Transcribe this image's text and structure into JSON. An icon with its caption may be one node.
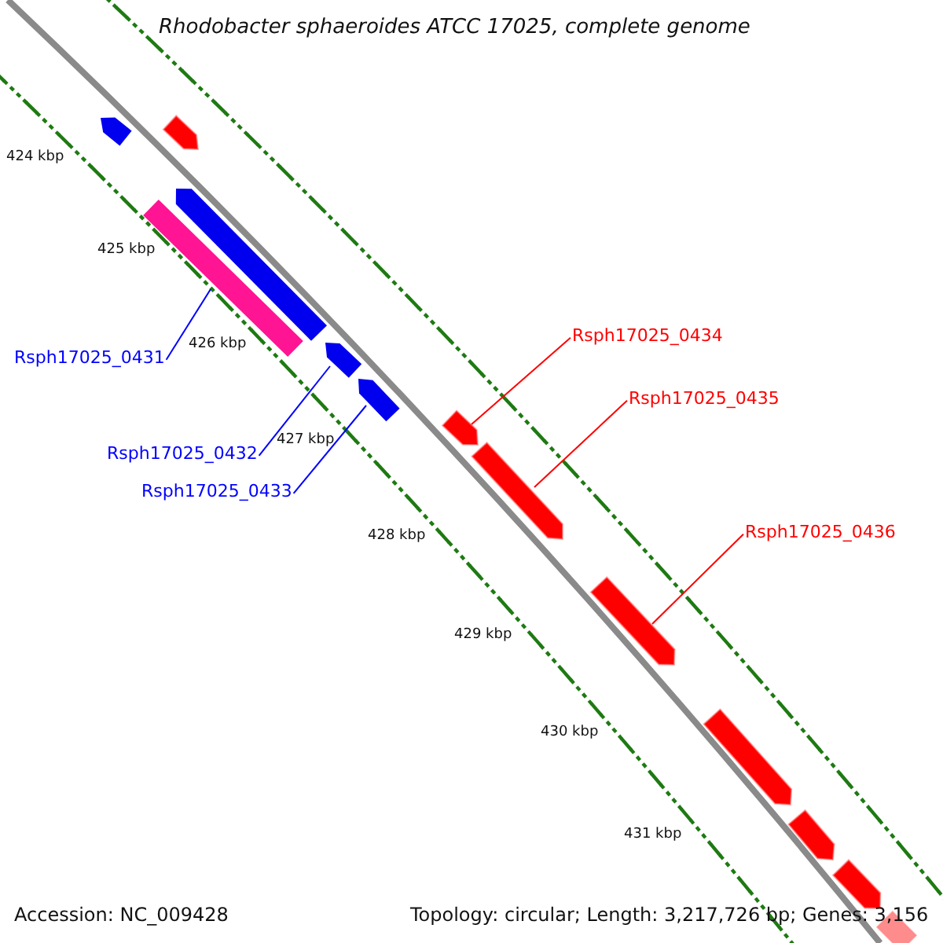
{
  "diagram": {
    "title": "Rhodobacter sphaeroides ATCC 17025, complete genome",
    "nodes": [
      {
        "text": [
          "Rsph17025_0434"
        ]
      },
      {
        "text": [
          "Rsph17025_0431"
        ]
      },
      {
        "text": [
          "Rsph17025_0435"
        ]
      },
      {
        "text": [
          "Rsph17025_0432"
        ]
      },
      {
        "text": [
          "Rsph17025_0433"
        ]
      },
      {
        "text": [
          "Rsph17025_0436"
        ]
      },
      {
        "text": [],
        "shape": "bar"
      },
      {
        "text": [],
        "shape": "bar"
      },
      {
        "text": [],
        "shape": "bar"
      },
      {
        "text": [],
        "shape": "bar"
      },
      {
        "text": [],
        "shape": "bar"
      },
      {
        "text": [],
        "shape": "bar"
      },
      {
        "text": [],
        "shape": "bar"
      },
      {
        "text": [],
        "shape": "bar"
      },
      {
        "text": [],
        "shape": "bar"
      },
      {
        "text": [],
        "shape": "bar"
      },
      {
        "text": [],
        "shape": "bar"
      },
      {
        "text": [],
        "shape": "bar"
      },
      {
        "text": [],
        "shape": "bar"
      }
    ],
    "edges": [
      {
        "from": 0,
        "to": 12,
        "arrow": "none"
      },
      {
        "from": 1,
        "to": 9,
        "arrow": "none",
        "color": "#0000ff"
      },
      {
        "from": 2,
        "to": 13,
        "arrow": "none"
      },
      {
        "from": 3,
        "to": 10,
        "arrow": "none",
        "color": "#0000ff"
      },
      {
        "from": 4,
        "to": 11,
        "arrow": "none",
        "color": "#0000ff"
      },
      {
        "from": 5,
        "to": 14,
        "arrow": "none"
      }
    ],
    "labels": [
      "424 kbp",
      "425 kbp",
      "426 kbp",
      "427 kbp",
      "428 kbp",
      "429 kbp",
      "430 kbp",
      "431 kbp",
      "Accession: NC_009428",
      "Topology: circular; Length: 3,217,726 bp; Genes: 3,156"
    ]
  }
}
